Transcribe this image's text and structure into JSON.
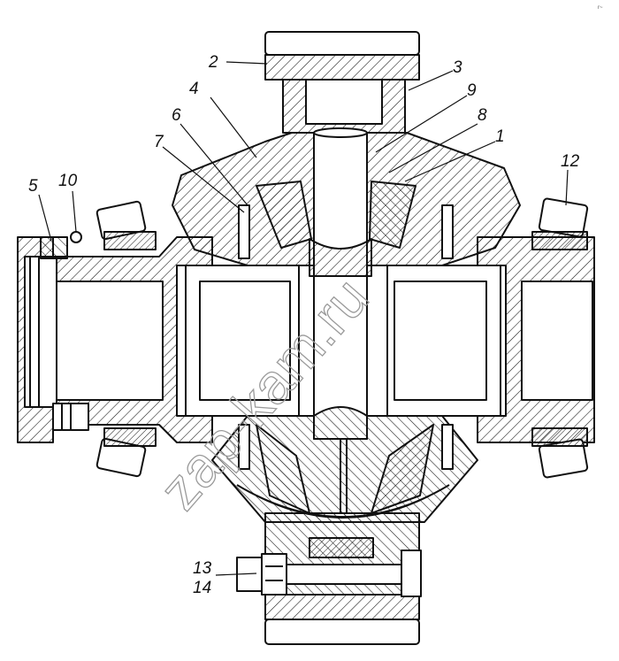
{
  "diagram": {
    "callouts": [
      {
        "id": "c1",
        "text": "1"
      },
      {
        "id": "c2",
        "text": "2"
      },
      {
        "id": "c3",
        "text": "3"
      },
      {
        "id": "c4",
        "text": "4"
      },
      {
        "id": "c5",
        "text": "5"
      },
      {
        "id": "c6",
        "text": "6"
      },
      {
        "id": "c7",
        "text": "7"
      },
      {
        "id": "c8",
        "text": "8"
      },
      {
        "id": "c9",
        "text": "9"
      },
      {
        "id": "c10",
        "text": "10"
      },
      {
        "id": "c12",
        "text": "12"
      },
      {
        "id": "c13",
        "text": "13"
      },
      {
        "id": "c14",
        "text": "14"
      }
    ],
    "watermark": "zap-kam.ru",
    "corner_mark": "r~"
  },
  "colors": {
    "ink": "#111111",
    "paper": "#ffffff",
    "watermark": "#9a9a9a"
  }
}
